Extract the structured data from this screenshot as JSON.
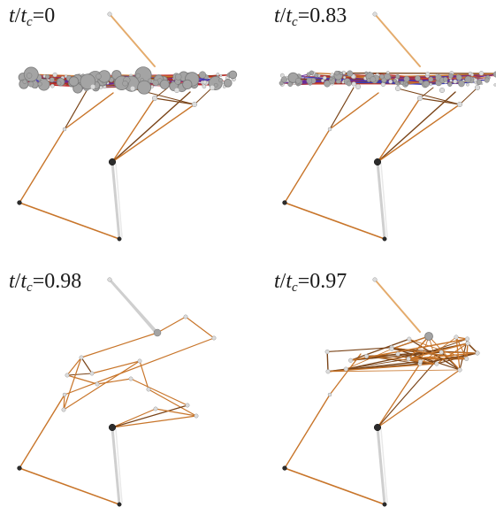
{
  "figure": {
    "panels": [
      {
        "id": "a",
        "label": {
          "t": "t",
          "slash": "/",
          "tc": "t",
          "sub": "c",
          "eq": "=",
          "value": "0"
        },
        "cluster": "dense-large"
      },
      {
        "id": "b",
        "label": {
          "t": "t",
          "slash": "/",
          "tc": "t",
          "sub": "c",
          "eq": "=",
          "value": "0.83"
        },
        "cluster": "dense-small"
      },
      {
        "id": "c",
        "label": {
          "t": "t",
          "slash": "/",
          "tc": "t",
          "sub": "c",
          "eq": "=",
          "value": "0.98"
        },
        "cluster": "sparse"
      },
      {
        "id": "d",
        "label": {
          "t": "t",
          "slash": "/",
          "tc": "t",
          "sub": "c",
          "eq": "=",
          "value": "0.97"
        },
        "cluster": "medium"
      }
    ],
    "colors": {
      "edge_orange": "#c8752a",
      "edge_dark": "#7a4418",
      "edge_light": "#e4ab6c",
      "edge_red": "#c0282a",
      "edge_purple": "#6a2a9a",
      "edge_blue": "#3a3ac0",
      "edge_grey": "#cfcfcf",
      "node_grey": "#a4a4a4",
      "node_dark": "#2c2c2c",
      "node_light": "#dcdcdc"
    }
  }
}
